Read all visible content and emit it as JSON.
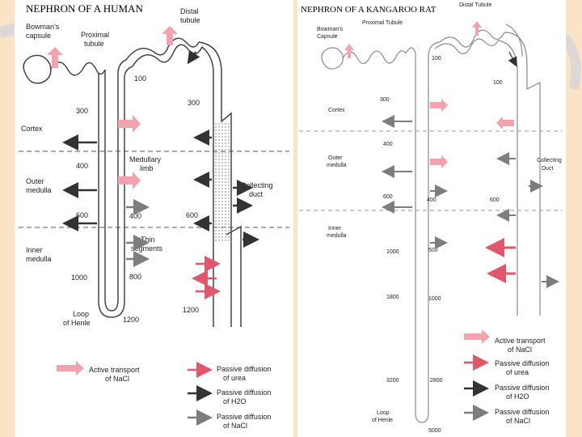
{
  "colors": {
    "background": "#fbe3c8",
    "active_transport": "#f2a3ad",
    "urea": "#e0566a",
    "h2o": "#333333",
    "nacl_passive": "#7d7d7d"
  },
  "human": {
    "title": "NEPHRON OF A HUMAN",
    "labels": {
      "bowmans": "Bowman's",
      "bowmans2": "capsule",
      "proximal": "Proximal",
      "proximal2": "tubule",
      "distal": "Distal",
      "distal2": "tubule",
      "cortex": "Cortex",
      "outer": "Outer",
      "outer2": "medulla",
      "inner": "Inner",
      "inner2": "medulla",
      "medullary": "Medullary",
      "medullary2": "limb",
      "thin": "Thin",
      "thin2": "segments",
      "collecting": "Collecting",
      "collecting2": "duct",
      "loop": "Loop",
      "loop2": "of Henle"
    },
    "osm": [
      "100",
      "300",
      "300",
      "400",
      "400",
      "600",
      "600",
      "800",
      "1000",
      "1200",
      "1200"
    ],
    "legend": {
      "active": "Active transport",
      "active2": "of NaCl",
      "urea": "Passive diffusion",
      "urea2": "of urea",
      "h2o": "Passive diffusion",
      "h2o2": "of H2O",
      "nacl": "Passive diffusion",
      "nacl2": "of NaCl"
    }
  },
  "kangaroo": {
    "title": "NEPHRON OF A KANGAROO RAT",
    "labels": {
      "distal": "Distal Tubule",
      "proximal": "Proximal Tubule",
      "bowmans": "Bowman's",
      "bowmans2": "Capsule",
      "cortex": "Cortex",
      "outer": "Outer",
      "outer2": "medulla",
      "inner": "Inner",
      "inner2": "medulla",
      "collecting": "Collecting",
      "collecting2": "Duct",
      "loop": "Loop",
      "loop2": "of Henle"
    },
    "osm": [
      "100",
      "100",
      "300",
      "400",
      "600",
      "400",
      "600",
      "1000",
      "500",
      "1800",
      "1000",
      "3200",
      "2800",
      "5000"
    ],
    "legend": {
      "active": "Active transport",
      "active2": "of NaCl",
      "urea": "Passive diffusion",
      "urea2": "of urea",
      "h2o": "Passive diffusion",
      "h2o2": "of H2O",
      "nacl": "Passive diffusion",
      "nacl2": "of NaCl"
    }
  }
}
